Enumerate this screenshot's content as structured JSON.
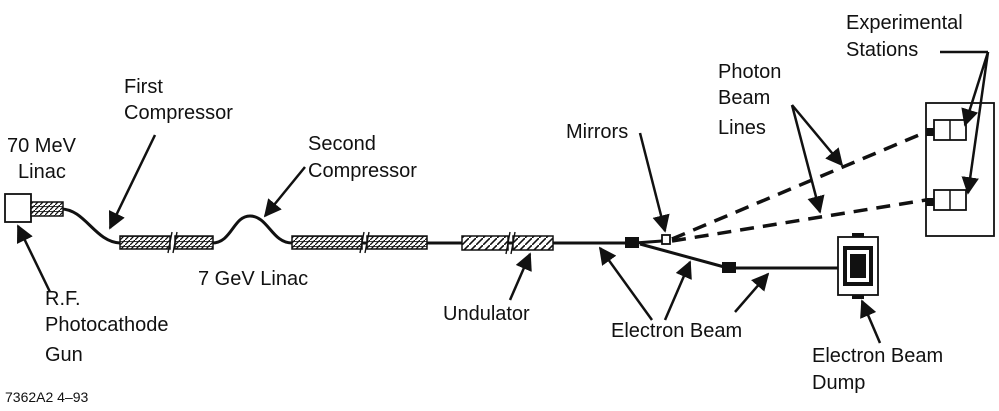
{
  "labels": {
    "linac70": [
      "70 MeV",
      "Linac"
    ],
    "rf_gun": [
      "R.F.",
      "Photocathode",
      "Gun"
    ],
    "first_compressor": [
      "First",
      "Compressor"
    ],
    "second_compressor": [
      "Second",
      "Compressor"
    ],
    "linac7": "7 GeV Linac",
    "undulator": "Undulator",
    "mirrors": "Mirrors",
    "photon_beam_lines": [
      "Photon",
      "Beam",
      "Lines"
    ],
    "experimental_stations": [
      "Experimental",
      "Stations"
    ],
    "electron_beam": "Electron Beam",
    "electron_beam_dump": [
      "Electron Beam",
      "Dump"
    ],
    "figure_code": "7362A2  4–93"
  }
}
